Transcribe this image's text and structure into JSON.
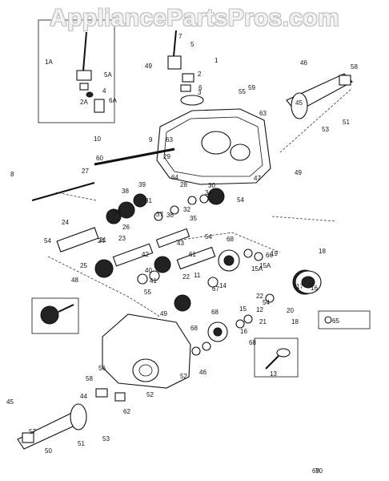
{
  "watermark": "AppliancePartsPros.com",
  "callouts": [
    "1",
    "1A",
    "2",
    "2A",
    "3",
    "4",
    "5",
    "5A",
    "6",
    "6A",
    "7",
    "8",
    "9",
    "10",
    "11",
    "12",
    "13",
    "14",
    "15",
    "15A",
    "15A",
    "16",
    "16",
    "17",
    "18",
    "18",
    "19",
    "20",
    "21",
    "21",
    "22",
    "22",
    "23",
    "24",
    "24",
    "25",
    "26",
    "27",
    "28",
    "29",
    "30",
    "31",
    "32",
    "33",
    "34",
    "35",
    "36",
    "37",
    "38",
    "39",
    "40",
    "41",
    "42",
    "43",
    "44",
    "45",
    "45",
    "46",
    "46",
    "47",
    "48",
    "49",
    "49",
    "49",
    "50",
    "51",
    "51",
    "52",
    "52",
    "53",
    "53",
    "54",
    "54",
    "54",
    "54",
    "55",
    "55",
    "56",
    "57",
    "58",
    "58",
    "59",
    "60",
    "61",
    "62",
    "63",
    "63",
    "64",
    "65",
    "66",
    "67",
    "68",
    "68",
    "68",
    "68",
    "69",
    "70"
  ]
}
